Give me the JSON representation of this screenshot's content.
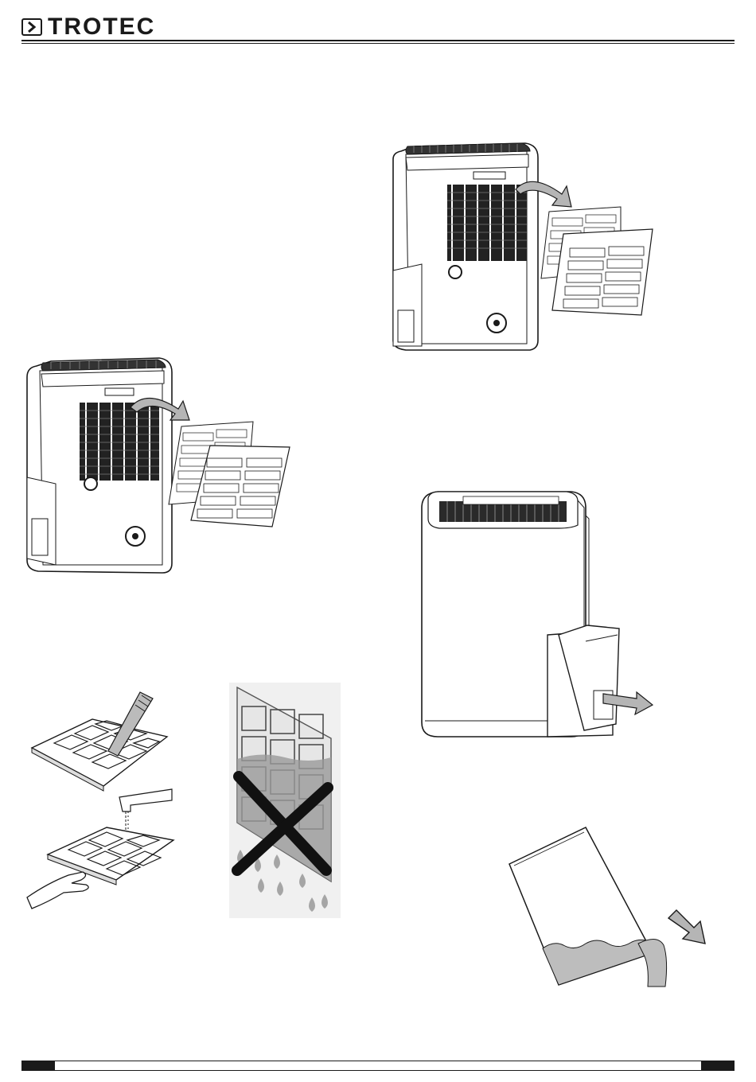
{
  "header": {
    "brand": "TROTEC",
    "logo_icon": "chevron-right-icon"
  },
  "figures": [
    {
      "id": "fig-rear-filter-top",
      "icon": "dehumidifier-rear-filter-removal-illustration"
    },
    {
      "id": "fig-rear-filter-left",
      "icon": "dehumidifier-rear-filter-removal-illustration"
    },
    {
      "id": "fig-filter-vacuum-rinse",
      "icon": "filter-cleaning-illustration"
    },
    {
      "id": "fig-no-wet-filter",
      "icon": "filter-do-not-use-wet-illustration"
    },
    {
      "id": "fig-tank-removal",
      "icon": "water-tank-removal-illustration"
    },
    {
      "id": "fig-tank-emptying",
      "icon": "tank-emptying-illustration"
    }
  ],
  "colors": {
    "ink": "#1a1a1a",
    "arrow_fill": "#b5b5b5",
    "water_fill": "#bdbdbd"
  }
}
